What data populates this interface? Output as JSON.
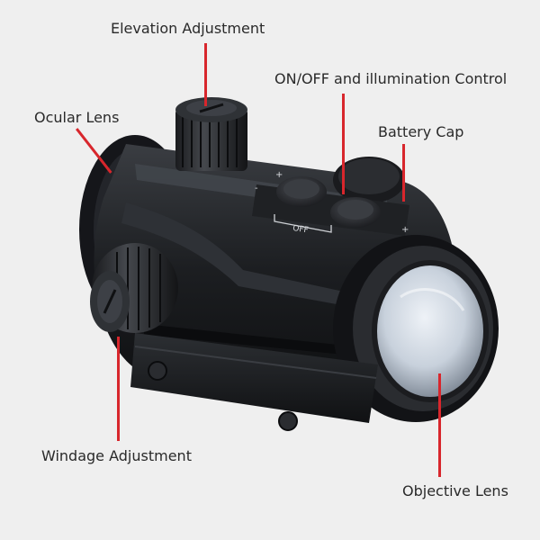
{
  "labels": {
    "elevation": "Elevation Adjustment",
    "power": "ON/OFF and illumination Control",
    "ocular": "Ocular Lens",
    "battery": "Battery Cap",
    "windage": "Windage Adjustment",
    "objective": "Objective Lens"
  },
  "device_markings": {
    "off": "OFF",
    "plus_left": "+",
    "plus_right": "+",
    "minus": "-"
  },
  "colors": {
    "leader_line": "#d8262c",
    "background": "#efefef",
    "label_text": "#2a2a2a"
  }
}
